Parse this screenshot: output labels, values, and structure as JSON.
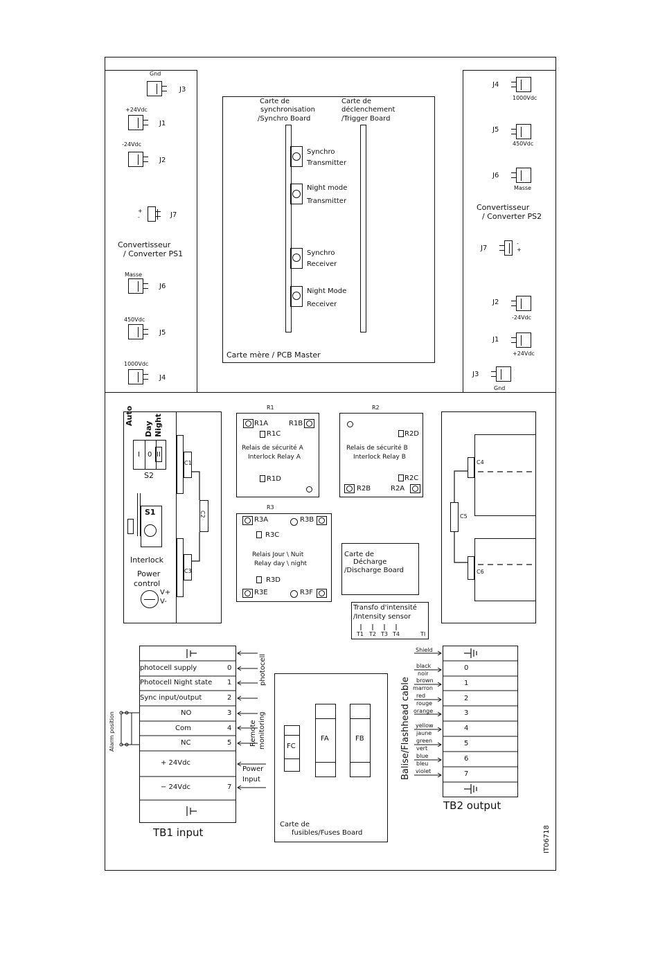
{
  "ps1": {
    "title_line1": "Convertisseur",
    "title_line2": "/ Converter PS1",
    "connectors": [
      {
        "label": "Gnd",
        "id": "J3"
      },
      {
        "label": "+24Vdc",
        "id": "J1"
      },
      {
        "label": "-24Vdc",
        "id": "J2"
      },
      {
        "label": "+ -",
        "id": "J7"
      },
      {
        "label": "Masse",
        "id": "J6"
      },
      {
        "label": "450Vdc",
        "id": "J5"
      },
      {
        "label": "1000Vdc",
        "id": "J4"
      }
    ]
  },
  "ps2": {
    "title_line1": "Convertisseur",
    "title_line2": "/ Converter PS2",
    "connectors": [
      {
        "label": "1000Vdc",
        "id": "J4"
      },
      {
        "label": "450Vdc",
        "id": "J5"
      },
      {
        "label": "Masse",
        "id": "J6"
      },
      {
        "label": "- +",
        "id": "J7"
      },
      {
        "label": "-24Vdc",
        "id": "J2"
      },
      {
        "label": "+24Vdc",
        "id": "J1"
      },
      {
        "label": "Gnd",
        "id": "J3"
      }
    ]
  },
  "master": {
    "title": "Carte mère / PCB Master",
    "synchro_board_line1": "Carte de",
    "synchro_board_line2": "synchronisation",
    "synchro_board_line3": "/Synchro Board",
    "trigger_board_line1": "Carte de",
    "trigger_board_line2": "déclenchement",
    "trigger_board_line3": "/Trigger Board",
    "modules": [
      {
        "line1": "Synchro",
        "line2": "Transmitter"
      },
      {
        "line1": "Night mode",
        "line2": "Transmitter"
      },
      {
        "line1": "Synchro",
        "line2": "Receiver"
      },
      {
        "line1": "Night Mode",
        "line2": "Receiver"
      }
    ]
  },
  "power_control": {
    "s2_positions": [
      "Auto",
      "Day",
      "Night"
    ],
    "s2_marks": [
      "I",
      "0",
      "II"
    ],
    "s2_label": "S2",
    "s1_label": "S1",
    "interlock": "Interlock",
    "power": "Power",
    "control": "control",
    "vplus": "V+",
    "vminus": "V-",
    "caps": [
      "C1",
      "C2",
      "C3"
    ]
  },
  "relay_a": {
    "ref": "R1",
    "line1": "Relais de sécurité A",
    "line2": "Interlock Relay A",
    "contacts": [
      "R1A",
      "R1B",
      "R1C",
      "R1D"
    ]
  },
  "relay_b": {
    "ref": "R2",
    "line1": "Relais de sécurité B",
    "line2": "Interlock Relay B",
    "contacts": [
      "R2D",
      "R2C",
      "R2B",
      "R2A"
    ]
  },
  "relay_day_night": {
    "ref": "R3",
    "line1": "Relais Jour \\ Nuit",
    "line2": "Relay day \\ night",
    "contacts": [
      "R3A",
      "R3B",
      "R3C",
      "R3D",
      "R3E",
      "R3F"
    ]
  },
  "discharge": {
    "line1": "Carte de",
    "line2": "Décharge",
    "line3": "/Discharge Board"
  },
  "intensity": {
    "line1": "Transfo d'intensité",
    "line2": "/Intensity sensor",
    "taps": [
      "T1",
      "T2",
      "T3",
      "T4"
    ],
    "tag": "TI"
  },
  "caps_right": [
    "C4",
    "C5",
    "C6"
  ],
  "tb1": {
    "title": "TB1  input",
    "rows": [
      {
        "label": "",
        "num": "",
        "ground": true
      },
      {
        "label": "photocell supply",
        "num": "0"
      },
      {
        "label": "Photocell Night state",
        "num": "1"
      },
      {
        "label": "Sync input/output",
        "num": "2"
      },
      {
        "label": "NO",
        "num": "3"
      },
      {
        "label": "Com",
        "num": "4"
      },
      {
        "label": "NC",
        "num": "5"
      },
      {
        "label": "+  24Vdc",
        "num": ""
      },
      {
        "label": "−  24Vdc",
        "num": "7"
      },
      {
        "label": "",
        "num": "",
        "ground": true
      }
    ],
    "side_photocell": "photocell",
    "side_remote": "Remote",
    "side_monitoring": "monitoring",
    "power_input_line1": "Power",
    "power_input_line2": "Input",
    "alarm_position": "Alarm position"
  },
  "fuses": {
    "line1": "Carte de",
    "line2": "fusibles/Fuses Board",
    "labels": [
      "FC",
      "FA",
      "FB"
    ]
  },
  "tb2": {
    "title": "TB2  output",
    "side_label": "Balise/Flashhead cable",
    "rows": [
      {
        "num": "",
        "ground": true,
        "wire": "Shield"
      },
      {
        "num": "0",
        "wire": "black / noir"
      },
      {
        "num": "1",
        "wire": "brown / marron"
      },
      {
        "num": "2",
        "wire": "red / rouge"
      },
      {
        "num": "3",
        "wire": "orange"
      },
      {
        "num": "4",
        "wire": "yellow / jaune"
      },
      {
        "num": "5",
        "wire": "green / vert"
      },
      {
        "num": "6",
        "wire": "blue / bleu"
      },
      {
        "num": "7",
        "wire": "violet"
      },
      {
        "num": "",
        "ground": true,
        "wire": ""
      }
    ],
    "wire_texts": [
      "Shield",
      "black",
      "noir",
      "brown",
      "marron",
      "red",
      "rouge",
      "orange",
      "yellow",
      "jaune",
      "green",
      "vert",
      "blue",
      "bleu",
      "violet"
    ]
  },
  "drawing_id": "IT06718"
}
